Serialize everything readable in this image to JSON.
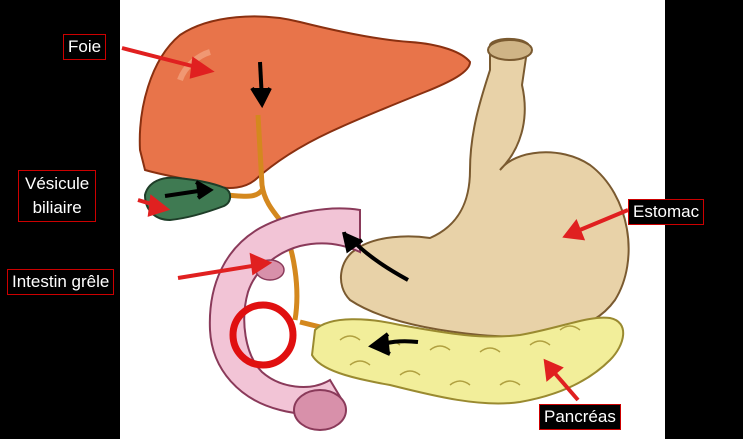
{
  "labels": {
    "foie": "Foie",
    "vesicule_line1": "Vésicule",
    "vesicule_line2": "biliaire",
    "intestin": "Intestin grêle",
    "estomac": "Estomac",
    "pancreas": "Pancréas"
  },
  "colors": {
    "background": "#000000",
    "label_border": "#cc0000",
    "pointer": "#e02020",
    "highlight_ring": "#e01010",
    "liver": "#e8744a",
    "gallbladder": "#3f7a52",
    "stomach": "#e8d2a8",
    "intestine": "#f2c4d6",
    "pancreas": "#f2ee9a",
    "bile_duct": "#d4881e"
  }
}
